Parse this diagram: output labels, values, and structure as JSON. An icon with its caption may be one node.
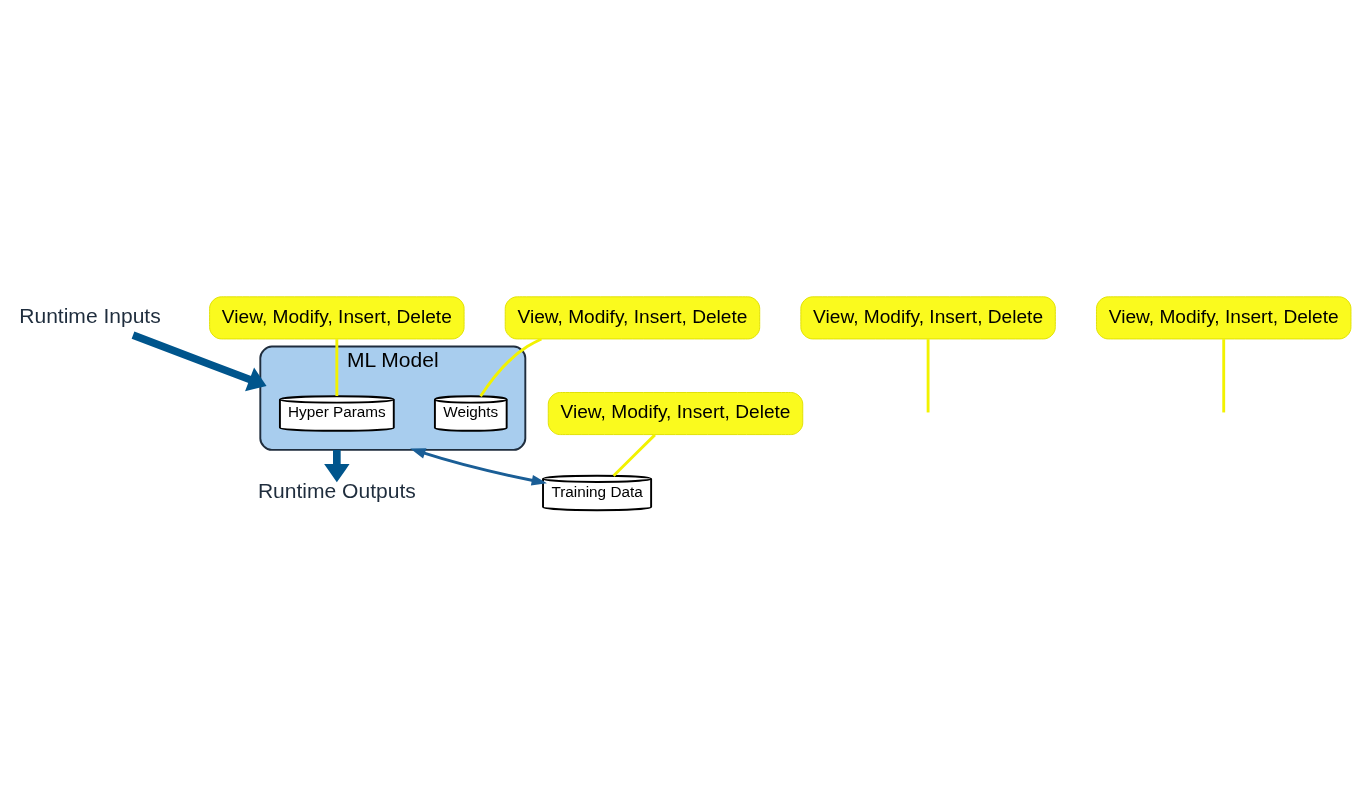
{
  "diagram": {
    "nodes": [
      {
        "text": [
          "Runtime Inputs"
        ]
      },
      {
        "text": [
          "Runtime Outputs"
        ]
      },
      {
        "text": [
          "View, Modify, Insert, Delete"
        ]
      },
      {
        "text": [
          "View, Modify, Insert, Delete"
        ]
      },
      {
        "text": [
          "ML Model"
        ]
      },
      {
        "text": [
          "Hyper Params"
        ],
        "in": 4
      },
      {
        "text": [
          "Weights"
        ],
        "in": 4
      },
      {
        "text": [
          "View, Modify, Insert, Delete"
        ]
      },
      {
        "text": [
          "View, Modify, Insert, Delete"
        ]
      },
      {
        "text": [
          "Training Data"
        ]
      },
      {
        "text": [
          "View, Modify, Insert, Delete"
        ]
      }
    ],
    "edges": [
      {
        "from": 0,
        "to": 4,
        "arrow": "to",
        "style": "thick",
        "color": "#00558c"
      },
      {
        "from": 4,
        "to": 1,
        "arrow": "to",
        "style": "thick",
        "color": "#00558c"
      },
      {
        "from": 4,
        "to": 9,
        "arrow": "both",
        "color": "#1a5e96"
      },
      {
        "from": 2,
        "to": null,
        "arrow": "none",
        "color": "#f2f200"
      },
      {
        "from": 3,
        "to": null,
        "arrow": "none",
        "color": "#f2f200"
      },
      {
        "from": 7,
        "to": 5,
        "arrow": "none",
        "color": "#f2f200"
      },
      {
        "from": 8,
        "to": 6,
        "arrow": "none",
        "color": "#f2f200"
      },
      {
        "from": 10,
        "to": 9,
        "arrow": "none",
        "color": "#f2f200"
      }
    ]
  }
}
